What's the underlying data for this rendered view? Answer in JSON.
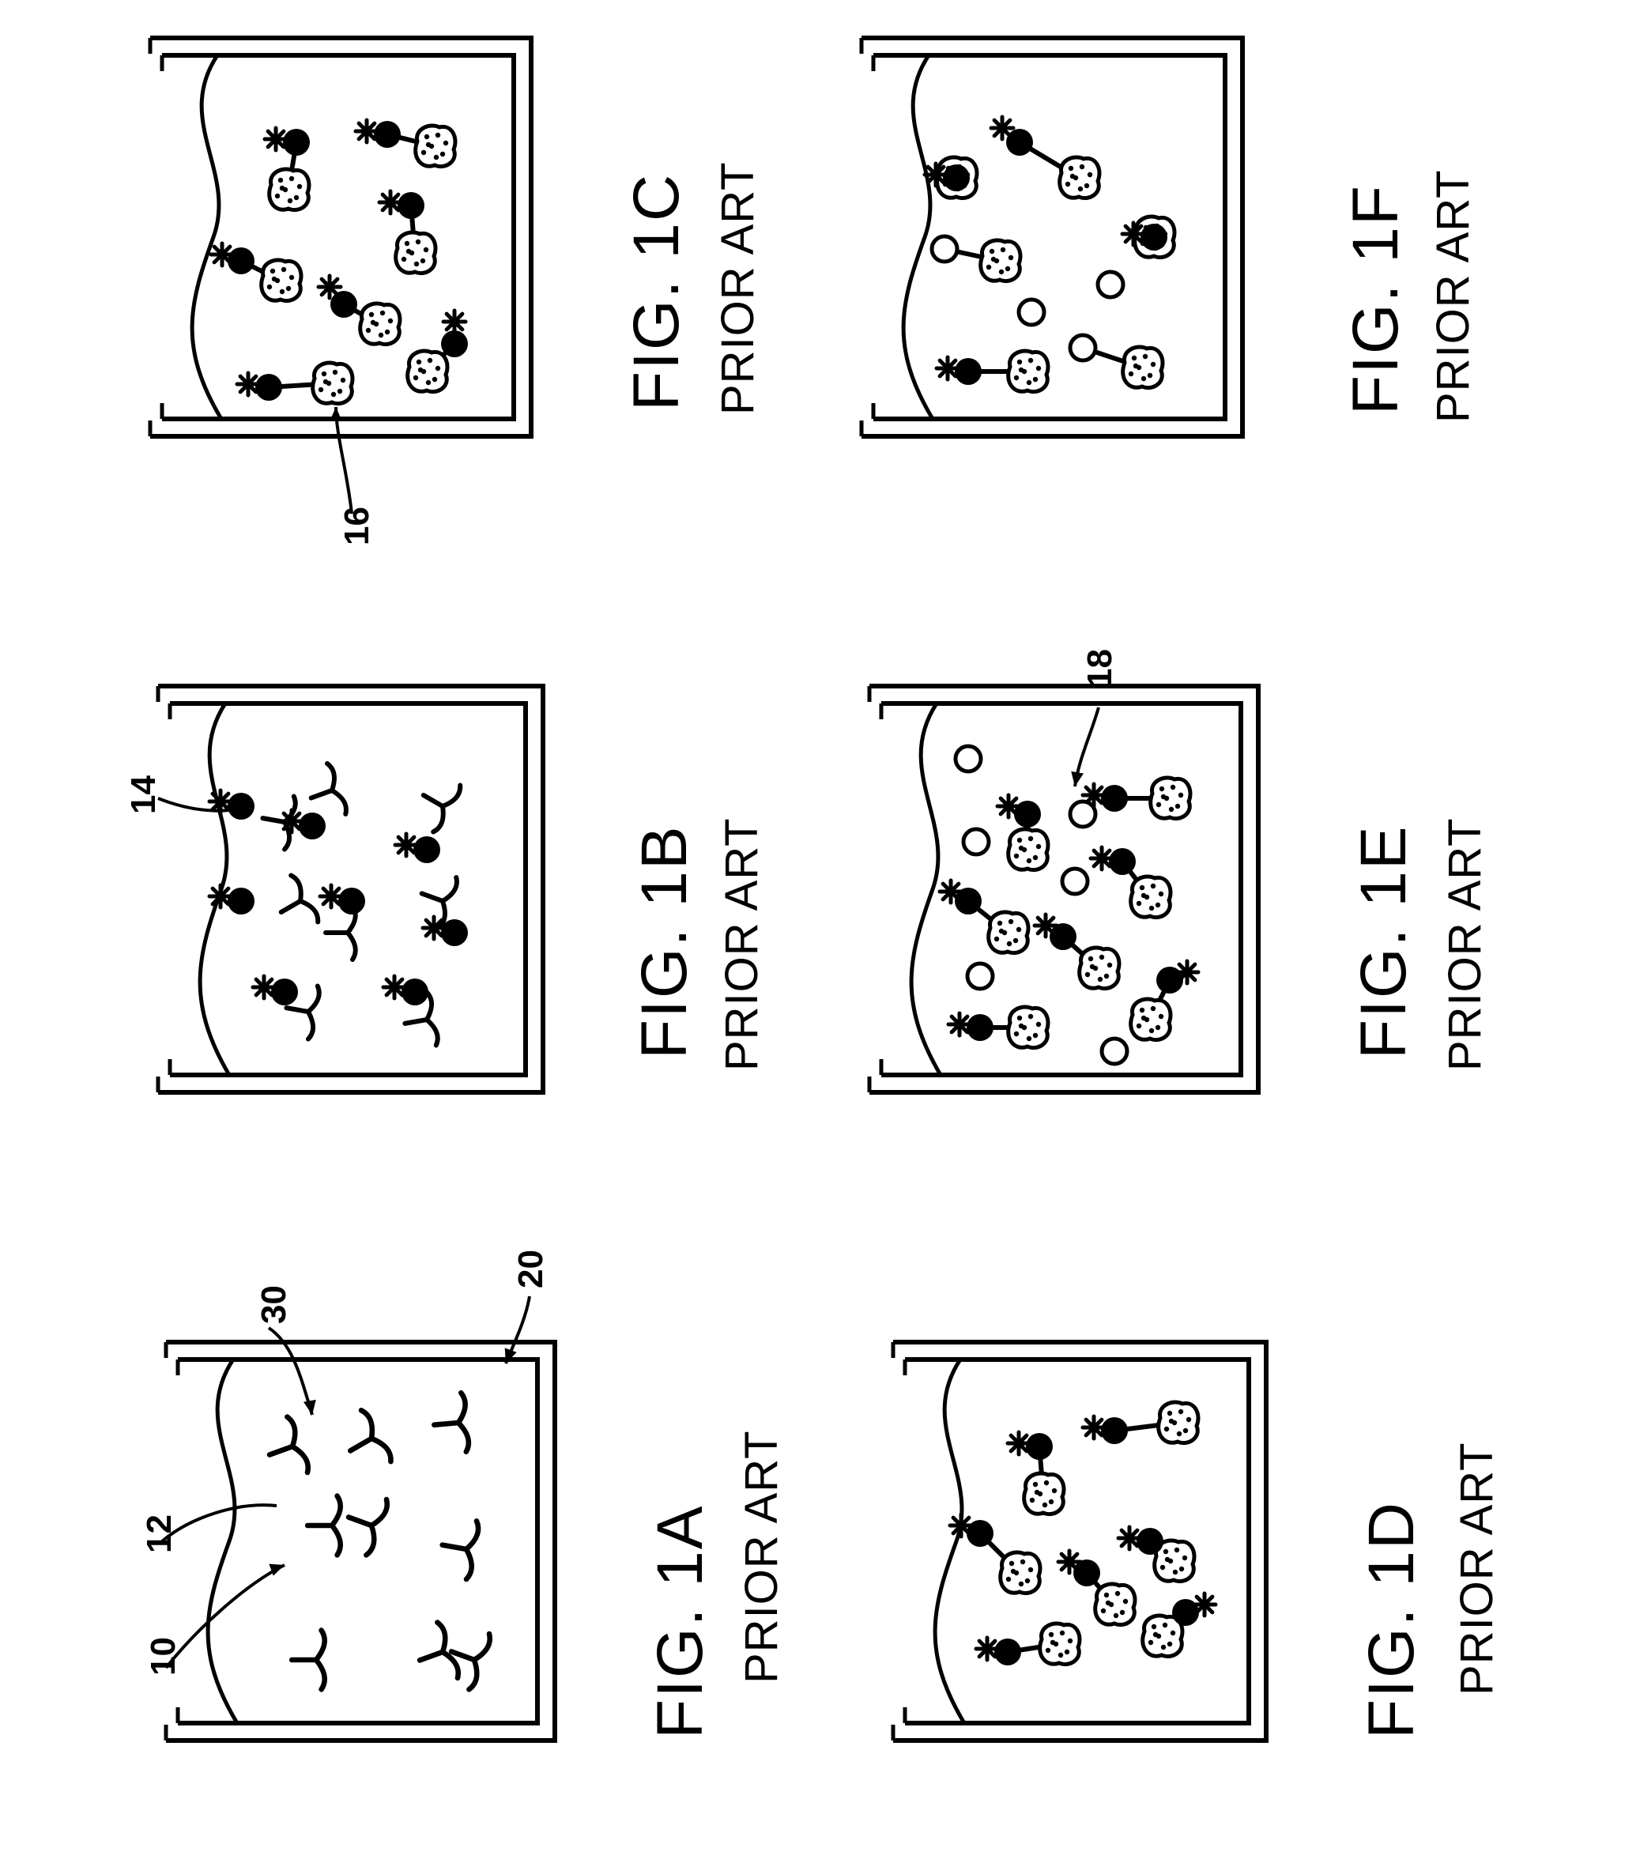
{
  "figures": [
    {
      "id": "1A",
      "title": "FIG. 1A",
      "subtitle": "PRIOR ART",
      "refs": [
        "10",
        "12",
        "30",
        "20"
      ]
    },
    {
      "id": "1B",
      "title": "FIG. 1B",
      "subtitle": "PRIOR ART",
      "refs": [
        "14"
      ]
    },
    {
      "id": "1C",
      "title": "FIG. 1C",
      "subtitle": "PRIOR ART",
      "refs": [
        "16"
      ]
    },
    {
      "id": "1D",
      "title": "FIG. 1D",
      "subtitle": "PRIOR ART",
      "refs": []
    },
    {
      "id": "1E",
      "title": "FIG. 1E",
      "subtitle": "PRIOR ART",
      "refs": [
        "18"
      ]
    },
    {
      "id": "1F",
      "title": "FIG. 1F",
      "subtitle": "PRIOR ART",
      "refs": []
    }
  ],
  "legend_icons": [
    "antibody-icon",
    "labeled-antigen-icon",
    "sample-antigen-icon",
    "bound-complex-icon",
    "unlabeled-bead-icon"
  ],
  "ink_color": "#000000",
  "paper_color": "#ffffff"
}
